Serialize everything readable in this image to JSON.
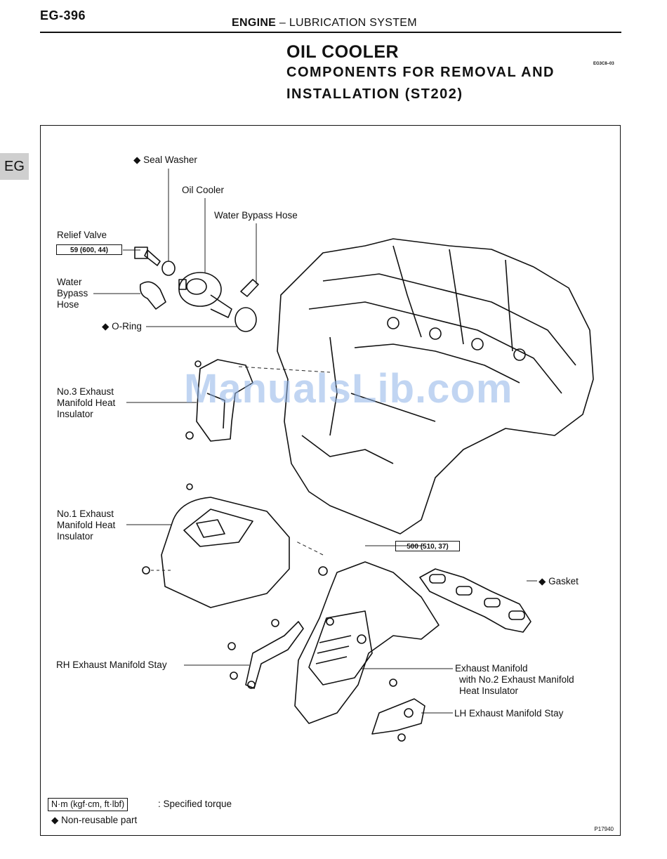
{
  "header": {
    "page_number": "EG-396",
    "section": "ENGINE",
    "separator": "–",
    "subsection": "LUBRICATION SYSTEM",
    "side_tab": "EG",
    "doc_code": "EG3C8–03"
  },
  "title": {
    "line1": "OIL COOLER",
    "line2": "COMPONENTS FOR REMOVAL AND",
    "line3": "INSTALLATION (ST202)"
  },
  "labels": {
    "seal_washer": "◆ Seal Washer",
    "oil_cooler": "Oil Cooler",
    "water_bypass_hose_top": "Water Bypass Hose",
    "relief_valve": "Relief Valve",
    "water_bypass_hose_left": [
      "Water",
      "Bypass",
      "Hose"
    ],
    "o_ring": "◆ O-Ring",
    "no3_insulator": [
      "No.3 Exhaust",
      "Manifold Heat",
      "Insulator"
    ],
    "no1_insulator": [
      "No.1 Exhaust",
      "Manifold Heat",
      "Insulator"
    ],
    "gasket": "◆ Gasket",
    "rh_stay": "RH Exhaust Manifold Stay",
    "exhaust_manifold": [
      "Exhaust Manifold",
      "with No.2 Exhaust Manifold",
      "Heat Insulator"
    ],
    "lh_stay": "LH Exhaust Manifold Stay"
  },
  "torques": {
    "relief_valve": "59 (600, 44)",
    "manifold_nut": "500 (510, 37)"
  },
  "legend": {
    "torque_unit": "N·m (kgf·cm, ft·lbf)",
    "torque_desc": ": Specified torque",
    "nonreusable": "◆ Non-reusable part"
  },
  "figure_id": "P17940",
  "watermark": "ManualsLib.com"
}
